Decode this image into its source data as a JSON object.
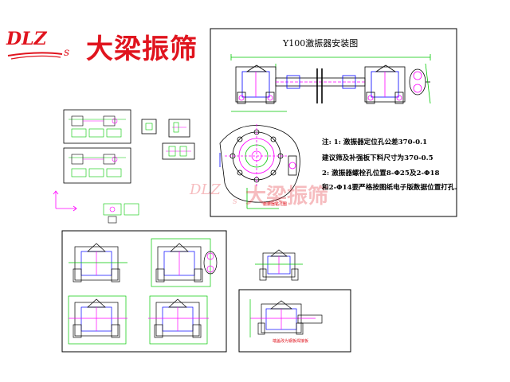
{
  "brand": {
    "logo_mark": "DLZ",
    "logo_sub": "s",
    "company_name": "大梁振筛"
  },
  "drawing": {
    "title": "Y100激振器安装图",
    "notes": [
      "注: 1: 激振器定位孔公差370-0.1",
      "建议筛及补强板下料尺寸为370-0.5",
      "2: 激振器螺栓孔位置8-Φ25及2-Φ18",
      "和2-Φ14要严格按图纸电子版数据位置打孔."
    ],
    "caption_hole": "激振器钻孔图",
    "caption_bottom": "端盖改为钢板焊接板"
  },
  "colors": {
    "brand_red": "#e0141e",
    "line_green": "#00c800",
    "line_blue": "#0000ff",
    "line_magenta": "#ff00ff",
    "line_cyan": "#00a0ff"
  }
}
